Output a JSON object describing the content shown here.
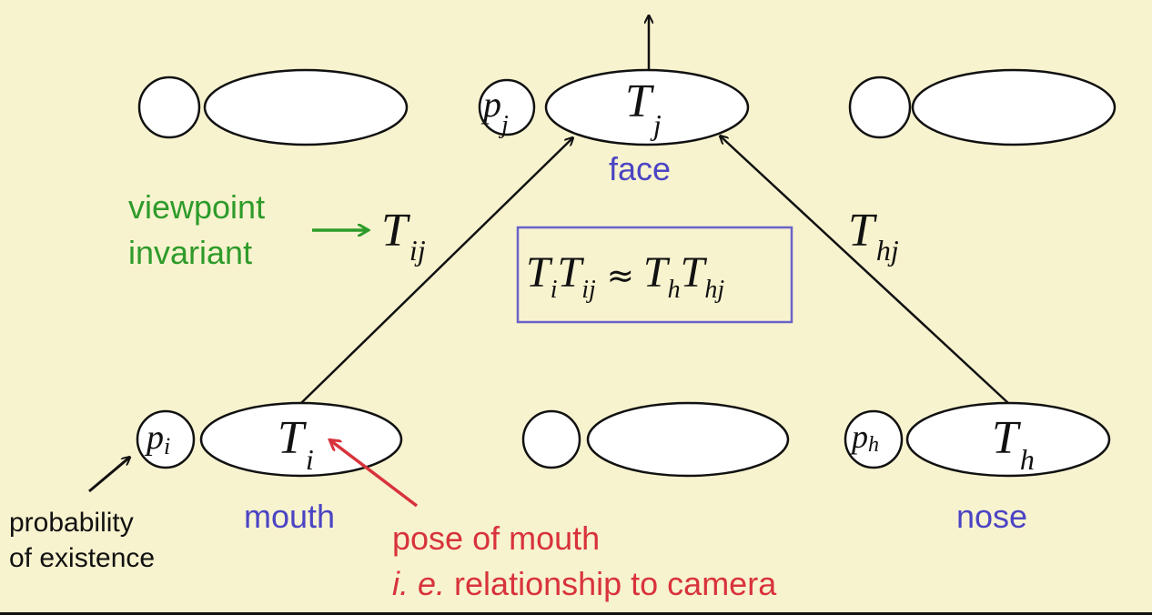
{
  "colors": {
    "background": "#f8f3cf",
    "ink": "#111111",
    "label_blue": "#4b44c4",
    "label_green": "#2e9b2a",
    "label_red": "#d8333c",
    "box_border": "#6a63c8"
  },
  "capsules": {
    "top_left": {
      "p": "",
      "t": ""
    },
    "top_center": {
      "p": "p",
      "p_sub": "j",
      "t": "T",
      "t_sub": "j"
    },
    "top_right": {
      "p": "",
      "t": ""
    },
    "bottom_left": {
      "p": "p",
      "p_sub": "i",
      "t": "T",
      "t_sub": "i"
    },
    "bottom_center": {
      "p": "",
      "t": ""
    },
    "bottom_right": {
      "p": "p",
      "p_sub": "h",
      "t": "T",
      "t_sub": "h"
    }
  },
  "labels": {
    "face": "face",
    "mouth": "mouth",
    "nose": "nose",
    "viewpoint_line1": "viewpoint",
    "viewpoint_line2": "invariant",
    "probability_line1": "probability",
    "probability_line2": "of existence",
    "pose_line1": "pose of mouth",
    "pose_line2_italic": "i. e.",
    "pose_line2_rest": " relationship to camera"
  },
  "edges": {
    "left": {
      "t": "T",
      "sub": "ij"
    },
    "right": {
      "t": "T",
      "sub": "hj"
    }
  },
  "equation": {
    "t1": "T",
    "s1": "i",
    "t2": "T",
    "s2": "ij",
    "approx": "≈",
    "t3": "T",
    "s3": "h",
    "t4": "T",
    "s4": "hj"
  }
}
